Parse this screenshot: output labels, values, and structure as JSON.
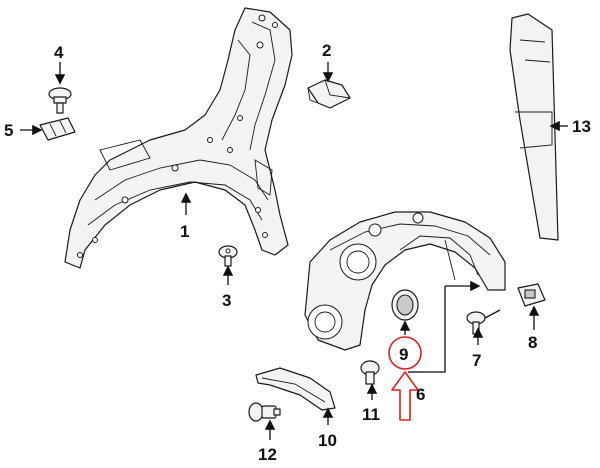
{
  "callouts": {
    "c1": "1",
    "c2": "2",
    "c3": "3",
    "c4": "4",
    "c5": "5",
    "c6": "6",
    "c7": "7",
    "c8": "8",
    "c9": "9",
    "c10": "10",
    "c11": "11",
    "c12": "12",
    "c13": "13"
  },
  "colors": {
    "highlight": "#e0201b",
    "line": "#1a1a1a",
    "fill": "#f3f3f3"
  }
}
